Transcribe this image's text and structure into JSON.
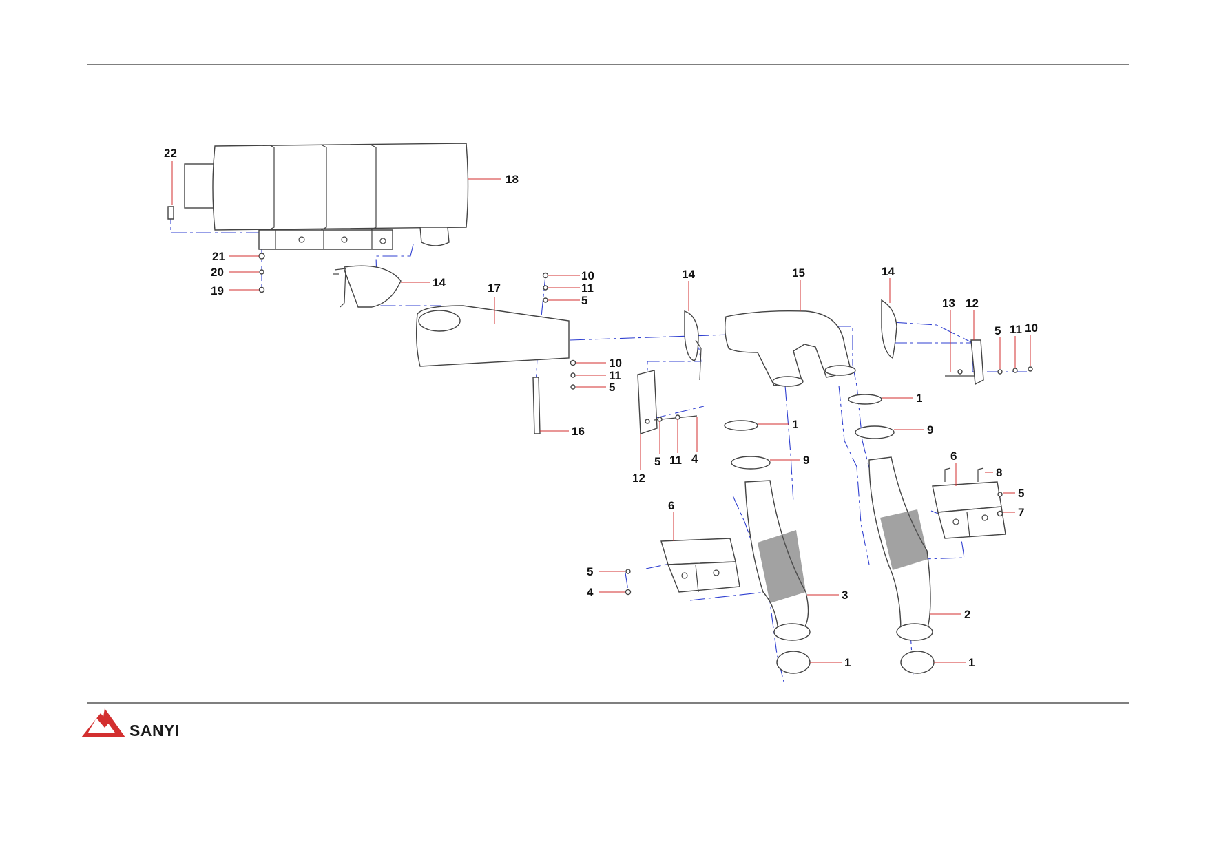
{
  "brand": {
    "name": "SANYI",
    "logo_color": "#d32f2f"
  },
  "colors": {
    "leader": "#d32f2f",
    "center_line": "#2f3fd0",
    "outline": "#444444"
  },
  "callouts": [
    "22",
    "18",
    "21",
    "20",
    "19",
    "14",
    "10",
    "11",
    "5",
    "17",
    "10",
    "11",
    "5",
    "16",
    "14",
    "15",
    "14",
    "13",
    "12",
    "5",
    "11",
    "10",
    "1",
    "12",
    "5",
    "11",
    "4",
    "1",
    "9",
    "9",
    "6",
    "8",
    "5",
    "7",
    "6",
    "5",
    "4",
    "3",
    "2",
    "1",
    "1"
  ]
}
